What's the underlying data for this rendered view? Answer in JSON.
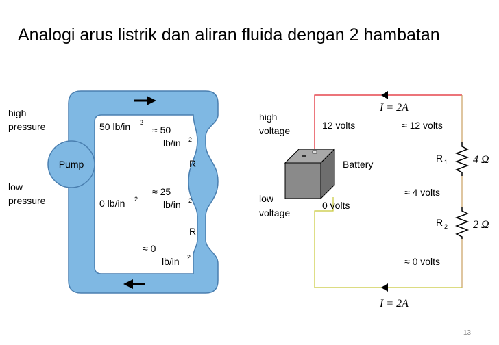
{
  "slide": {
    "title": "Analogi arus listrik dan aliran fluida dengan 2 hambatan",
    "page_number": "13"
  },
  "fluid": {
    "high_pressure_1": "high",
    "high_pressure_2": "pressure",
    "low_pressure_1": "low",
    "low_pressure_2": "pressure",
    "pump": "Pump",
    "p_in_high": "50 lb/in",
    "p_in_low": "0 lb/in",
    "p1_value": "≈ 50",
    "p1_unit": "lb/in",
    "p2_value": "≈ 25",
    "p2_unit": "lb/in",
    "p3_value": "≈ 0",
    "p3_unit": "lb/in",
    "exp": "2",
    "r1": "R",
    "r2": "R",
    "colors": {
      "fluid": "#7fb8e3",
      "outline": "#4a7fb0"
    }
  },
  "circuit": {
    "high_voltage_1": "high",
    "high_voltage_2": "voltage",
    "low_voltage_1": "low",
    "low_voltage_2": "voltage",
    "battery": "Battery",
    "v_high": "12 volts",
    "v_low": "0 volts",
    "v1": "≈ 12 volts",
    "v2": "≈ 4 volts",
    "v3": "≈ 0 volts",
    "current_top": "I = 2A",
    "current_bottom": "I = 2A",
    "r1_label": "R",
    "r1_sub": "1",
    "r1_value": "4 Ω",
    "r2_label": "R",
    "r2_sub": "2",
    "r2_value": "2 Ω",
    "colors": {
      "wire_high": "#e0202a",
      "wire_low": "#c8c838",
      "wire_right": "#c9a060",
      "battery": "#8a8a8a"
    }
  }
}
